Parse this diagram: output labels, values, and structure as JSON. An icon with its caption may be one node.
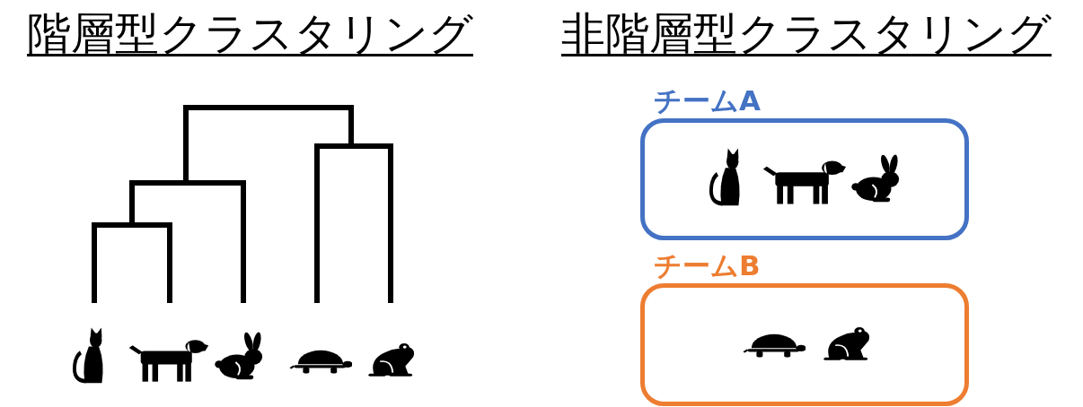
{
  "diagram": {
    "nodes": [
      {
        "text": [],
        "shape": "picture"
      },
      {
        "text": [],
        "shape": "picture"
      },
      {
        "text": [],
        "shape": "picture"
      },
      {
        "text": [],
        "shape": "picture"
      },
      {
        "text": [],
        "shape": "picture"
      },
      {
        "text": [
          "チームA"
        ]
      },
      {
        "text": [],
        "shape": "picture",
        "in": 5
      },
      {
        "text": [],
        "shape": "picture",
        "in": 5
      },
      {
        "text": [],
        "shape": "picture",
        "in": 5
      },
      {
        "text": [
          "チームB"
        ]
      },
      {
        "text": [],
        "shape": "picture",
        "in": 9
      },
      {
        "text": [],
        "shape": "picture",
        "in": 9
      }
    ],
    "labels": [
      "階層型クラスタリング",
      "非階層型クラスタリング"
    ]
  }
}
